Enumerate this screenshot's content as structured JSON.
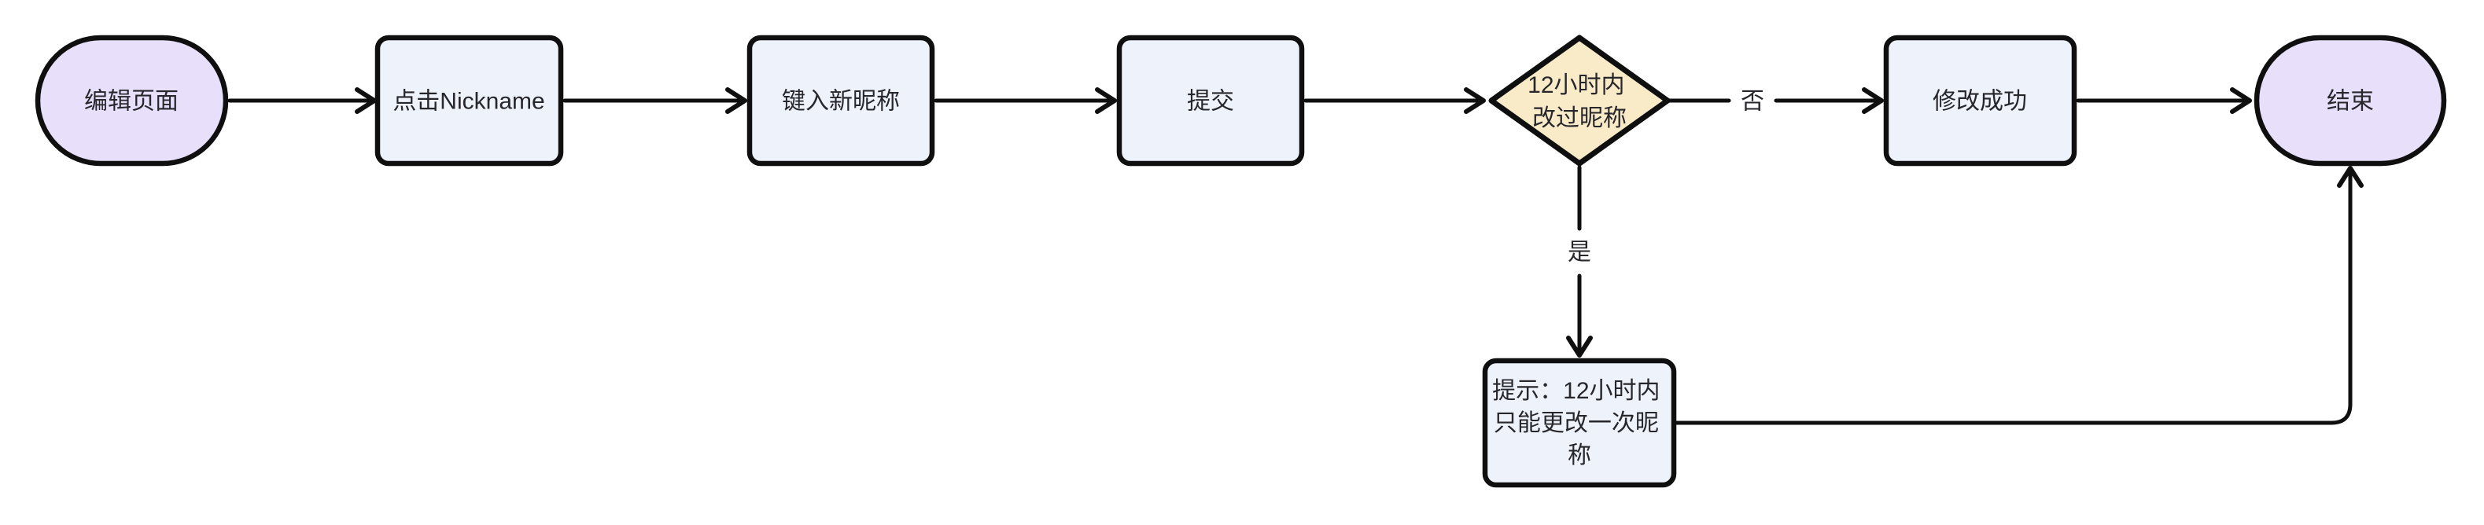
{
  "flowchart": {
    "background_color": "#ffffff",
    "line_color": "#0f0f0f",
    "text_color": "#26262b",
    "node_styles": {
      "terminal_fill": "#e8e0fb",
      "process_fill": "#eef2fb",
      "decision_fill": "#faebc8"
    },
    "nodes": {
      "start": {
        "label": "编辑页面",
        "shape": "stadium"
      },
      "click_nickname": {
        "label": "点击Nickname",
        "shape": "rect"
      },
      "enter_nickname": {
        "label": "键入新昵称",
        "shape": "rect"
      },
      "submit": {
        "label": "提交",
        "shape": "rect"
      },
      "decision": {
        "label": "12小时内改过昵称",
        "shape": "diamond",
        "lines": [
          "12小时内",
          "改过昵称"
        ]
      },
      "success": {
        "label": "修改成功",
        "shape": "rect"
      },
      "hint": {
        "label": "提示：12小时内只能更改一次昵称",
        "shape": "rect",
        "lines": [
          "提示：12小时内",
          "只能更改一次昵",
          "称"
        ]
      },
      "end": {
        "label": "结束",
        "shape": "stadium"
      }
    },
    "edge_labels": {
      "no": "否",
      "yes": "是"
    }
  }
}
